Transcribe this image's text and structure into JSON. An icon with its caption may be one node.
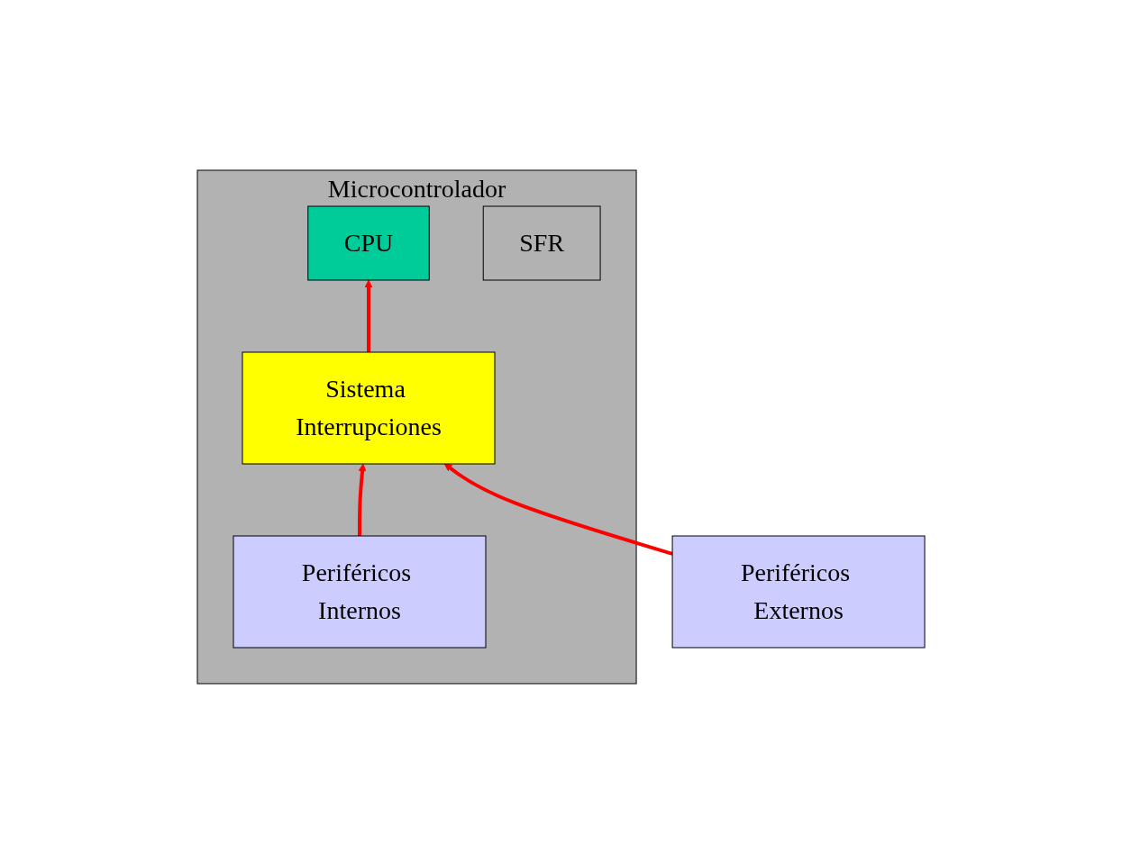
{
  "diagram": {
    "nodes": [
      {
        "text": [
          "Microcontrolador"
        ]
      },
      {
        "text": [
          "CPU"
        ],
        "in": 0
      },
      {
        "text": [
          "Sistema Interrupciones"
        ],
        "in": 0
      },
      {
        "text": [
          "SFR"
        ],
        "in": 0
      },
      {
        "text": [
          "Periféricos Internos"
        ],
        "in": 0
      },
      {
        "text": [
          "Periféricos Externos"
        ]
      }
    ],
    "edges": [
      {
        "from": 2,
        "to": 1,
        "arrow": "to"
      },
      {
        "from": 4,
        "to": 2,
        "arrow": "to"
      },
      {
        "from": 5,
        "to": 2,
        "arrow": "to"
      }
    ]
  }
}
